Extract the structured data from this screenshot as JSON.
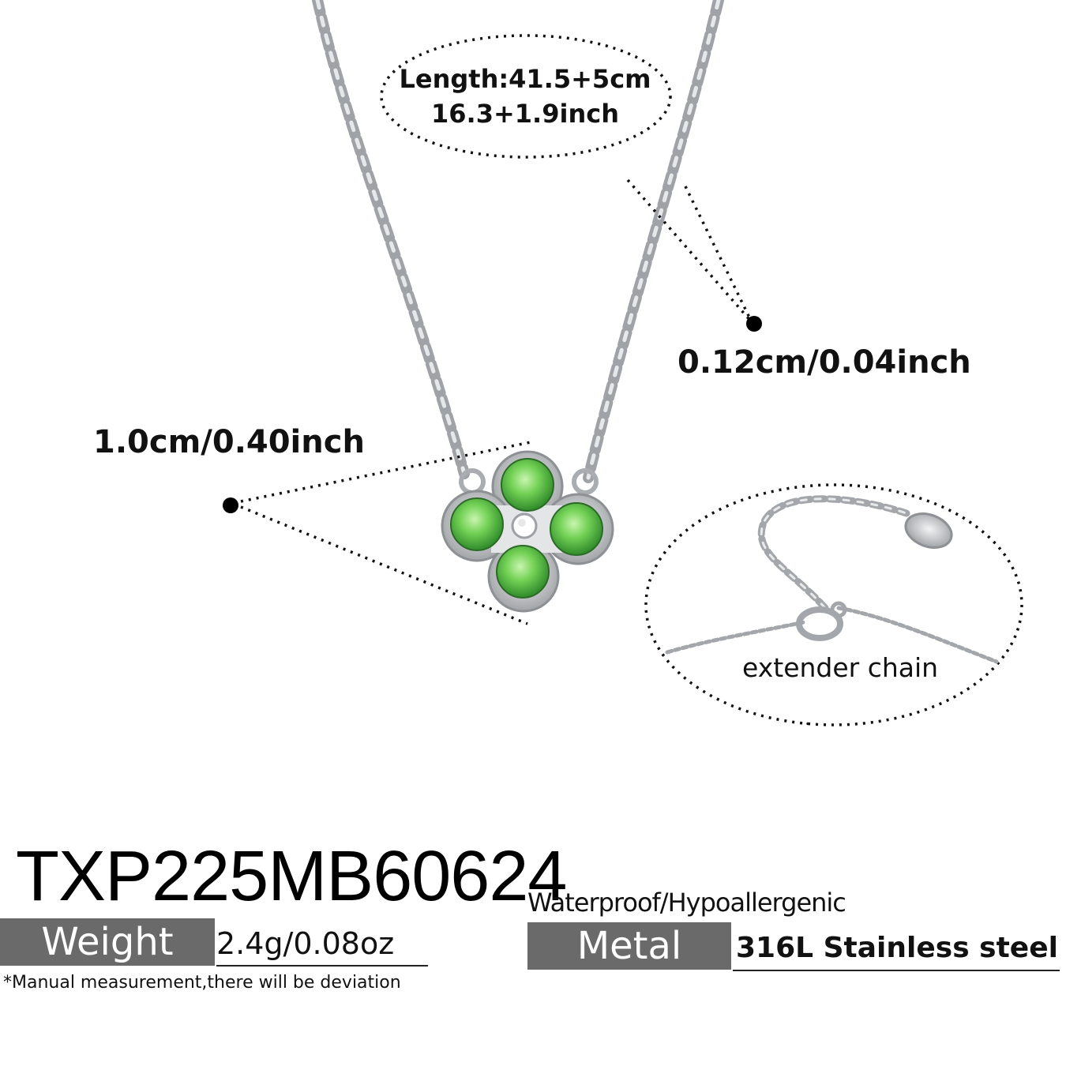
{
  "product": {
    "sku": "TXP225MB60624",
    "features": "Waterproof/Hypoallergenic"
  },
  "measurements": {
    "length_line1": "Length:41.5+5cm",
    "length_line2": "16.3+1.9inch",
    "chain_width": "0.12cm/0.04inch",
    "pendant_size": "1.0cm/0.40inch",
    "extender": "extender chain"
  },
  "specs": {
    "weight_label": "Weight",
    "weight_value": "2.4g/0.08oz",
    "weight_note": "*Manual measurement,there will be deviation",
    "metal_label": "Metal",
    "metal_value": "316L Stainless steel"
  },
  "colors": {
    "tag_background": "#6a6a6a",
    "gem_green": "#5cc04a",
    "metal_silver": "#b9bcc0"
  },
  "icons": [
    "four-leaf-clover-pendant",
    "chain-necklace",
    "lobster-clasp"
  ]
}
